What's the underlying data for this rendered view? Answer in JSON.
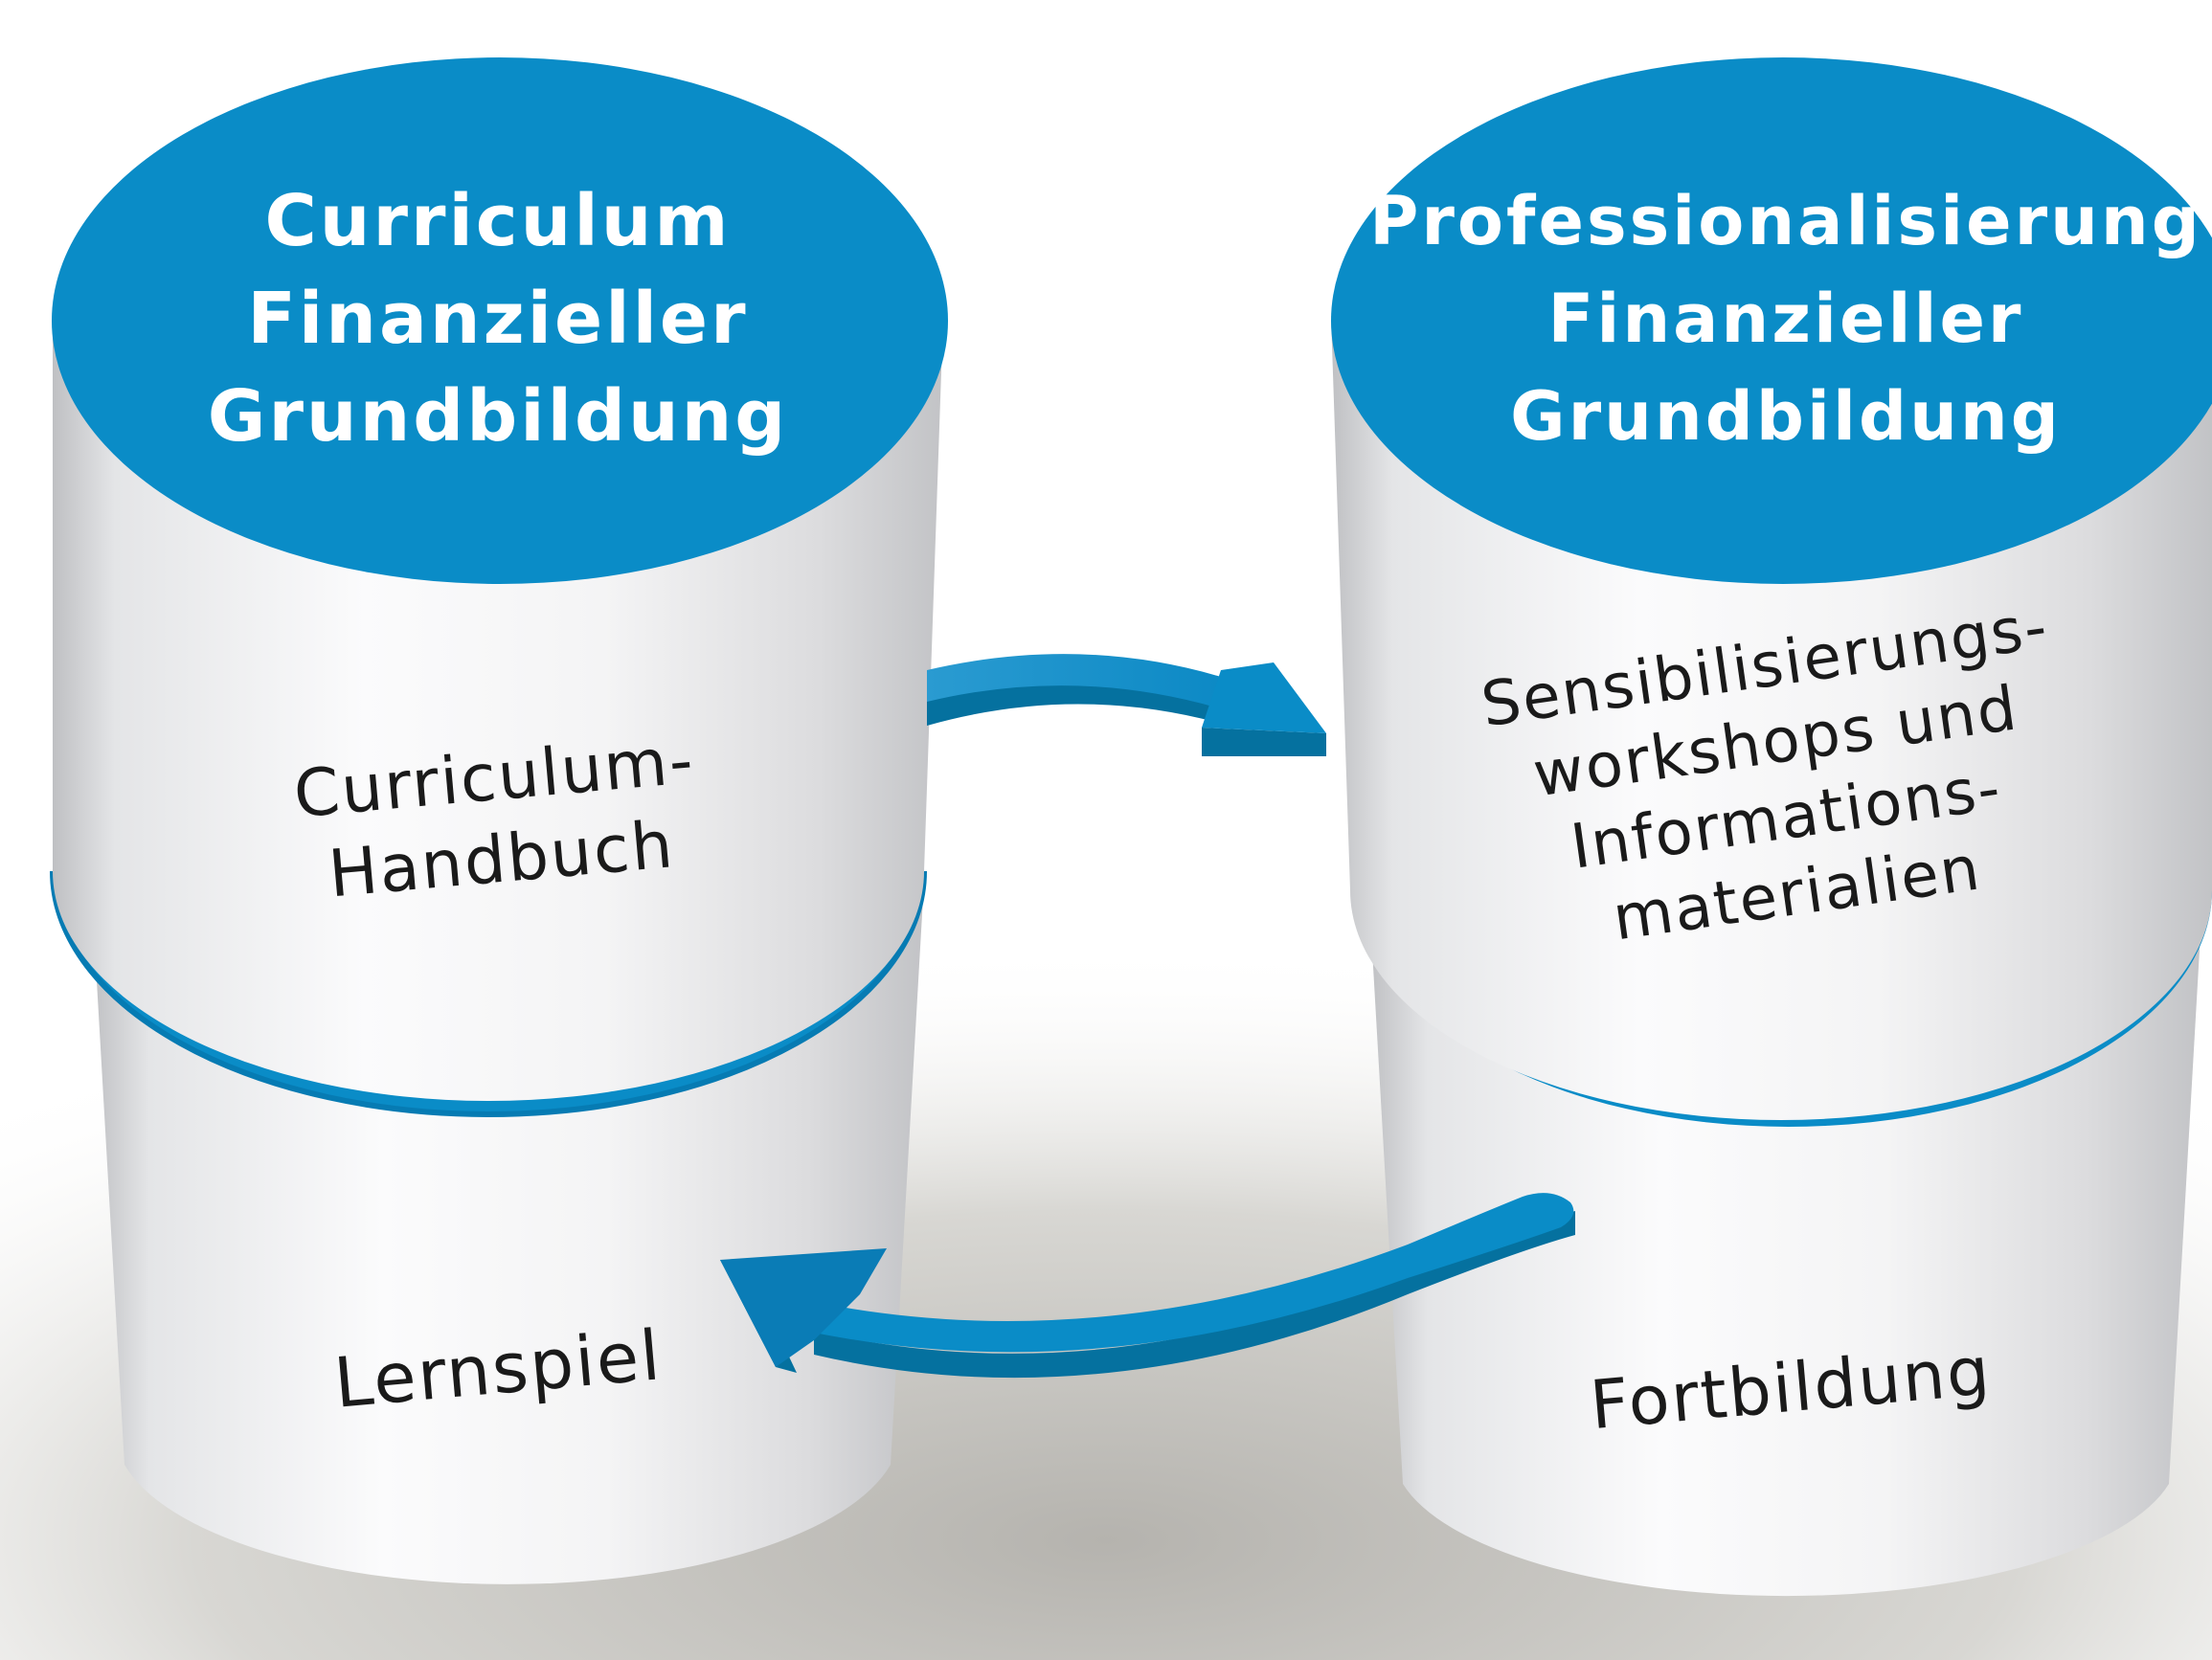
{
  "colors": {
    "accent": "#0a8cc7",
    "accent_dark": "#05719f",
    "cylinder_light": "#f7f7f8",
    "cylinder_shadow": "#c9c9cc",
    "text_dark": "#1a1a1a"
  },
  "left_column": {
    "title_lines": [
      "Curriculum",
      "Finanzieller",
      "Grundbildung"
    ],
    "upper_label_lines": [
      "Curriculum-",
      "Handbuch"
    ],
    "lower_label": "Lernspiel"
  },
  "right_column": {
    "title_lines": [
      "Professionalisierung",
      "Finanzieller",
      "Grundbildung"
    ],
    "upper_label_lines": [
      "Sensibilisierungs-",
      "workshops und",
      "Informations-",
      "materialien"
    ],
    "lower_label": "Fortbildung"
  },
  "arrows": [
    {
      "from": "left-upper",
      "to": "right-upper",
      "icon": "curved-arrow-right-icon"
    },
    {
      "from": "right-lower",
      "to": "left-lower",
      "icon": "curved-arrow-left-icon"
    }
  ]
}
